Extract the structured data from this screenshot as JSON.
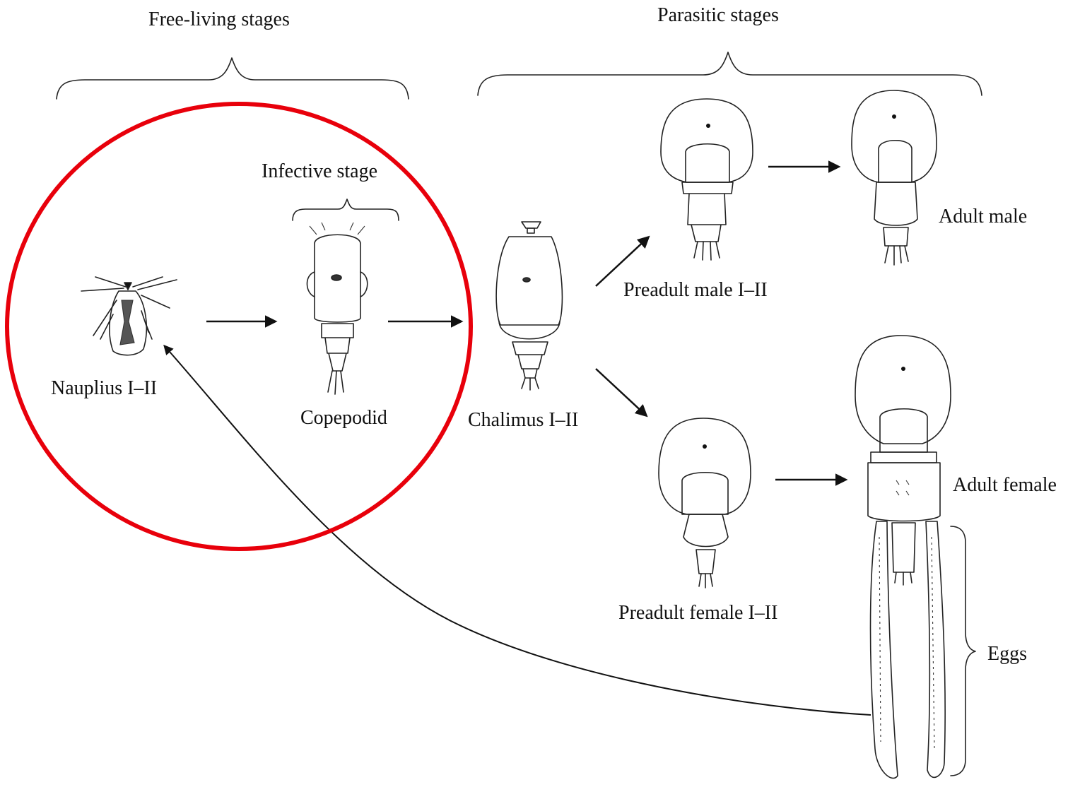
{
  "labels": {
    "free_living": "Free-living stages",
    "parasitic": "Parasitic stages",
    "infective": "Infective stage",
    "nauplius": "Nauplius I–II",
    "copepodid": "Copepodid",
    "chalimus": "Chalimus I–II",
    "preadult_male": "Preadult male I–II",
    "adult_male": "Adult male",
    "preadult_female": "Preadult female I–II",
    "adult_female": "Adult female",
    "eggs": "Eggs"
  },
  "highlight": {
    "color": "#e8000b",
    "shape": "ellipse",
    "encloses": [
      "nauplius",
      "copepodid"
    ]
  },
  "icons": {
    "nauplius": "nauplius-larva-drawing",
    "copepodid": "copepodid-drawing",
    "chalimus": "chalimus-drawing",
    "preadult_male": "preadult-male-drawing",
    "adult_male": "adult-male-drawing",
    "preadult_female": "preadult-female-drawing",
    "adult_female": "adult-female-with-egg-strings-drawing"
  }
}
